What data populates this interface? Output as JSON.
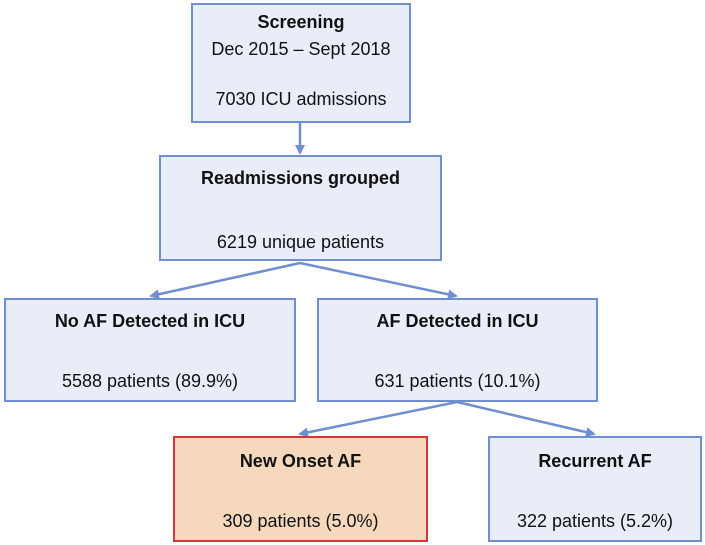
{
  "diagram": {
    "screening": {
      "title": "Screening",
      "dates": "Dec 2015 – Sept 2018",
      "count": "7030 ICU admissions"
    },
    "readmissions": {
      "title": "Readmissions grouped",
      "count": "6219 unique patients"
    },
    "no_af": {
      "title": "No AF Detected in ICU",
      "count": "5588 patients (89.9%)"
    },
    "af": {
      "title": "AF Detected in ICU",
      "count": "631 patients (10.1%)"
    },
    "new_onset": {
      "title": "New Onset AF",
      "count": "309 patients (5.0%)"
    },
    "recurrent": {
      "title": "Recurrent AF",
      "count": "322 patients (5.2%)"
    },
    "colors": {
      "box_fill": "#e8edf7",
      "box_border": "#6f8fd0",
      "highlight_fill": "#f6d9bd",
      "highlight_border": "#d7353b",
      "arrow": "#6f8fd0"
    }
  }
}
